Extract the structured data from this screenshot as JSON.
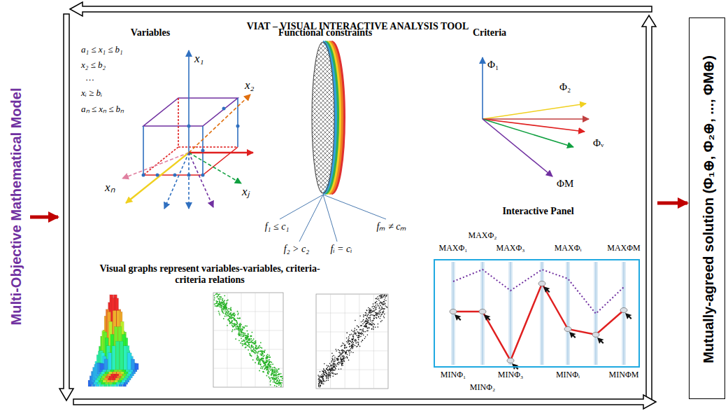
{
  "diagram": {
    "nodes": [
      {
        "text": [
          "Multi-Objective Mathematical Model"
        ]
      },
      {
        "text": [
          "VIAT – VISUAL INTERACTIVE ANALYSIS TOOL"
        ]
      },
      {
        "text": [
          "Interactive Panel"
        ],
        "in": 1
      },
      {
        "text": [
          "Mutually-agreed solution (Φ₁⊕, Φ₂⊕, ..., ΦM⊕)"
        ]
      }
    ],
    "edges": [
      {
        "from": 0,
        "to": 1,
        "arrow": "to"
      },
      {
        "from": 1,
        "to": 3,
        "arrow": "to"
      }
    ],
    "labels": [
      "Variables",
      "Functional constraints",
      "Criteria",
      "a₁ ≤ x₁ ≤ b₁",
      "x₂ ≤ b₂",
      "…",
      "xᵢ ≥ bᵢ",
      "aₙ ≤ xₙ ≤ bₙ",
      "x₁",
      "x₂",
      "xⱼ",
      "xₙ",
      "f₁ ≤ c₁",
      "f₂ > c₂",
      "fᵢ = cᵢ",
      "fₘ ≠ cₘ",
      "Φ₁",
      "Φ₂",
      "Φᵥ",
      "ΦM",
      "Visual graphs represent variables-variables, criteria-criteria relations",
      "MAXΦ₂",
      "MAXΦ₁",
      "MAXΦ₃",
      "MAXΦᵢ",
      "MAXΦM",
      "MINΦ₁",
      "MINΦ₃",
      "MINΦᵢ",
      "MINΦM",
      "MINΦ₂"
    ]
  }
}
